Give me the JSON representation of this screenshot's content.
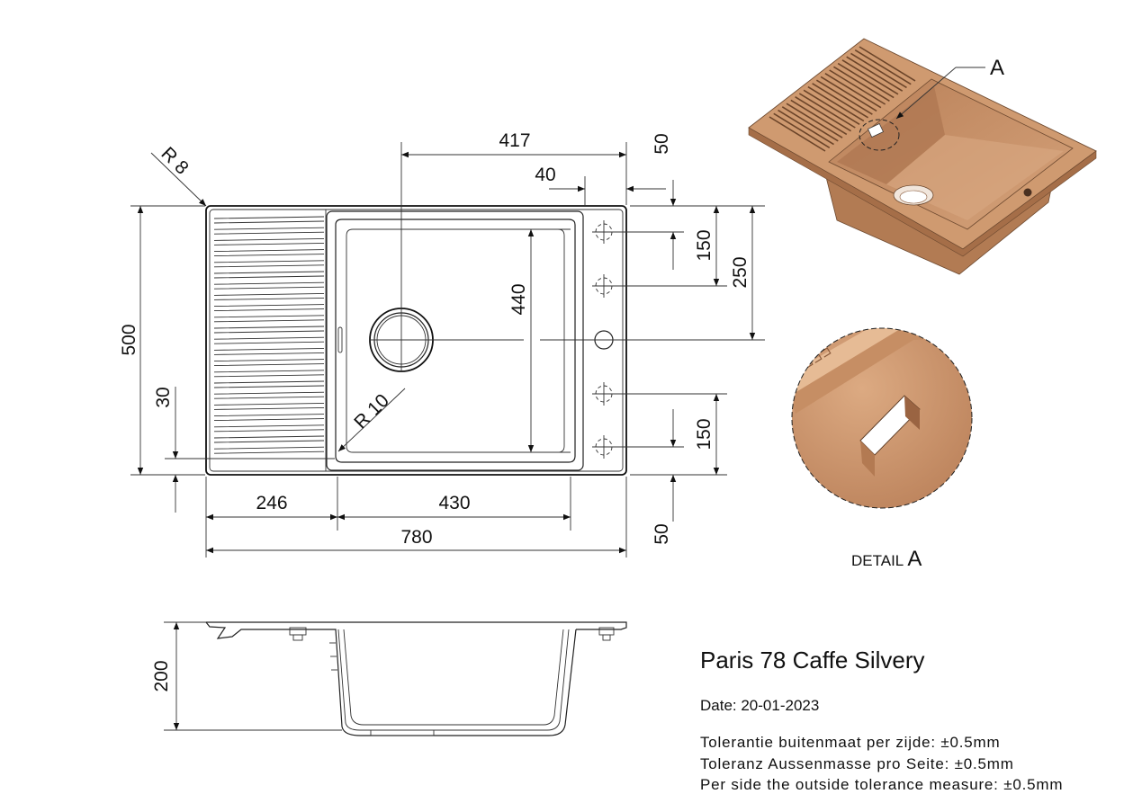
{
  "product": {
    "title": "Paris 78 Caffe Silvery",
    "date": "Date: 20-01-2023"
  },
  "tolerances": [
    "Tolerantie buitenmaat per zijde: ±0.5mm",
    "Toleranz Aussenmasse pro Seite: ±0.5mm",
    "Per side the outside tolerance measure: ±0.5mm"
  ],
  "dimensions": {
    "d417": "417",
    "d40": "40",
    "d50_top": "50",
    "d150_top": "150",
    "d250": "250",
    "d440": "440",
    "d500": "500",
    "d30": "30",
    "d150_bottom": "150",
    "d246": "246",
    "d430": "430",
    "d780": "780",
    "d50_bottom": "50",
    "d200": "200",
    "r8": "R 8",
    "r10": "R 10"
  },
  "detail": {
    "label": "DETAIL",
    "letter": "A",
    "callout": "A"
  },
  "colors": {
    "sink": "#c8926a",
    "sink_dark": "#a87350",
    "sink_light": "#deb08a",
    "line": "#222222"
  }
}
